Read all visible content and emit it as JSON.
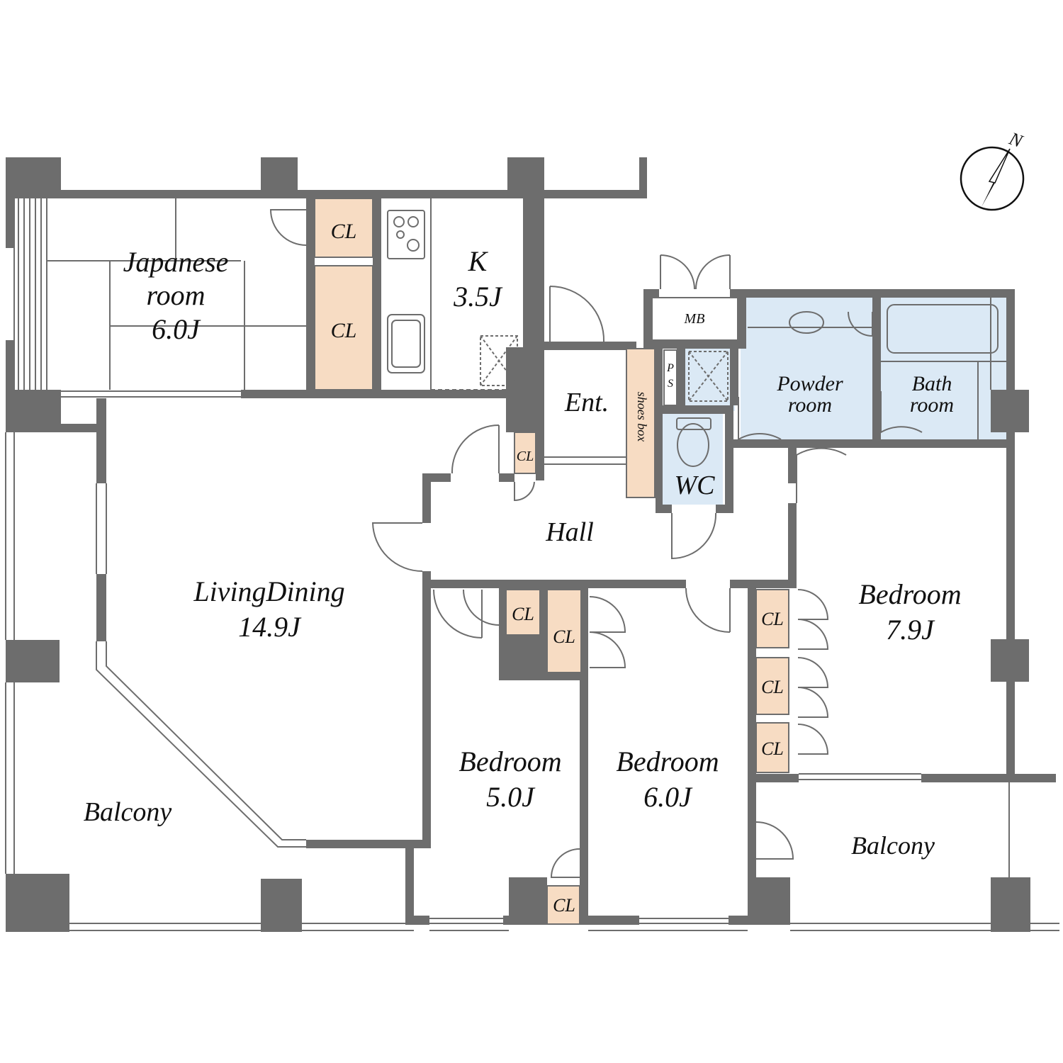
{
  "rooms": {
    "japanese": {
      "name_1": "Japanese",
      "name_2": "room",
      "size": "6.0J"
    },
    "kitchen": {
      "name": "K",
      "size": "3.5J"
    },
    "living": {
      "name": "LivingDining",
      "size": "14.9J"
    },
    "entrance": {
      "name": "Ent."
    },
    "hall": {
      "name": "Hall"
    },
    "wc": {
      "name": "WC"
    },
    "mb": {
      "name": "MB"
    },
    "ps": {
      "name_1": "P",
      "name_2": "S"
    },
    "shoes_box": {
      "name": "shoes box"
    },
    "powder": {
      "name_1": "Powder",
      "name_2": "room"
    },
    "bath": {
      "name_1": "Bath",
      "name_2": "room"
    },
    "bedroom_east": {
      "name": "Bedroom",
      "size": "7.9J"
    },
    "bedroom_mid": {
      "name": "Bedroom",
      "size": "6.0J"
    },
    "bedroom_small": {
      "name": "Bedroom",
      "size": "5.0J"
    },
    "balcony_west": {
      "name": "Balcony"
    },
    "balcony_east": {
      "name": "Balcony"
    }
  },
  "closets": [
    "CL",
    "CL",
    "CL",
    "CL",
    "CL",
    "CL",
    "CL",
    "CL",
    "CL"
  ],
  "compass": {
    "label": "N"
  },
  "colors": {
    "wall": "#6d6d6d",
    "closet": "#f7dcc3",
    "wet_area": "#dbe9f5"
  }
}
